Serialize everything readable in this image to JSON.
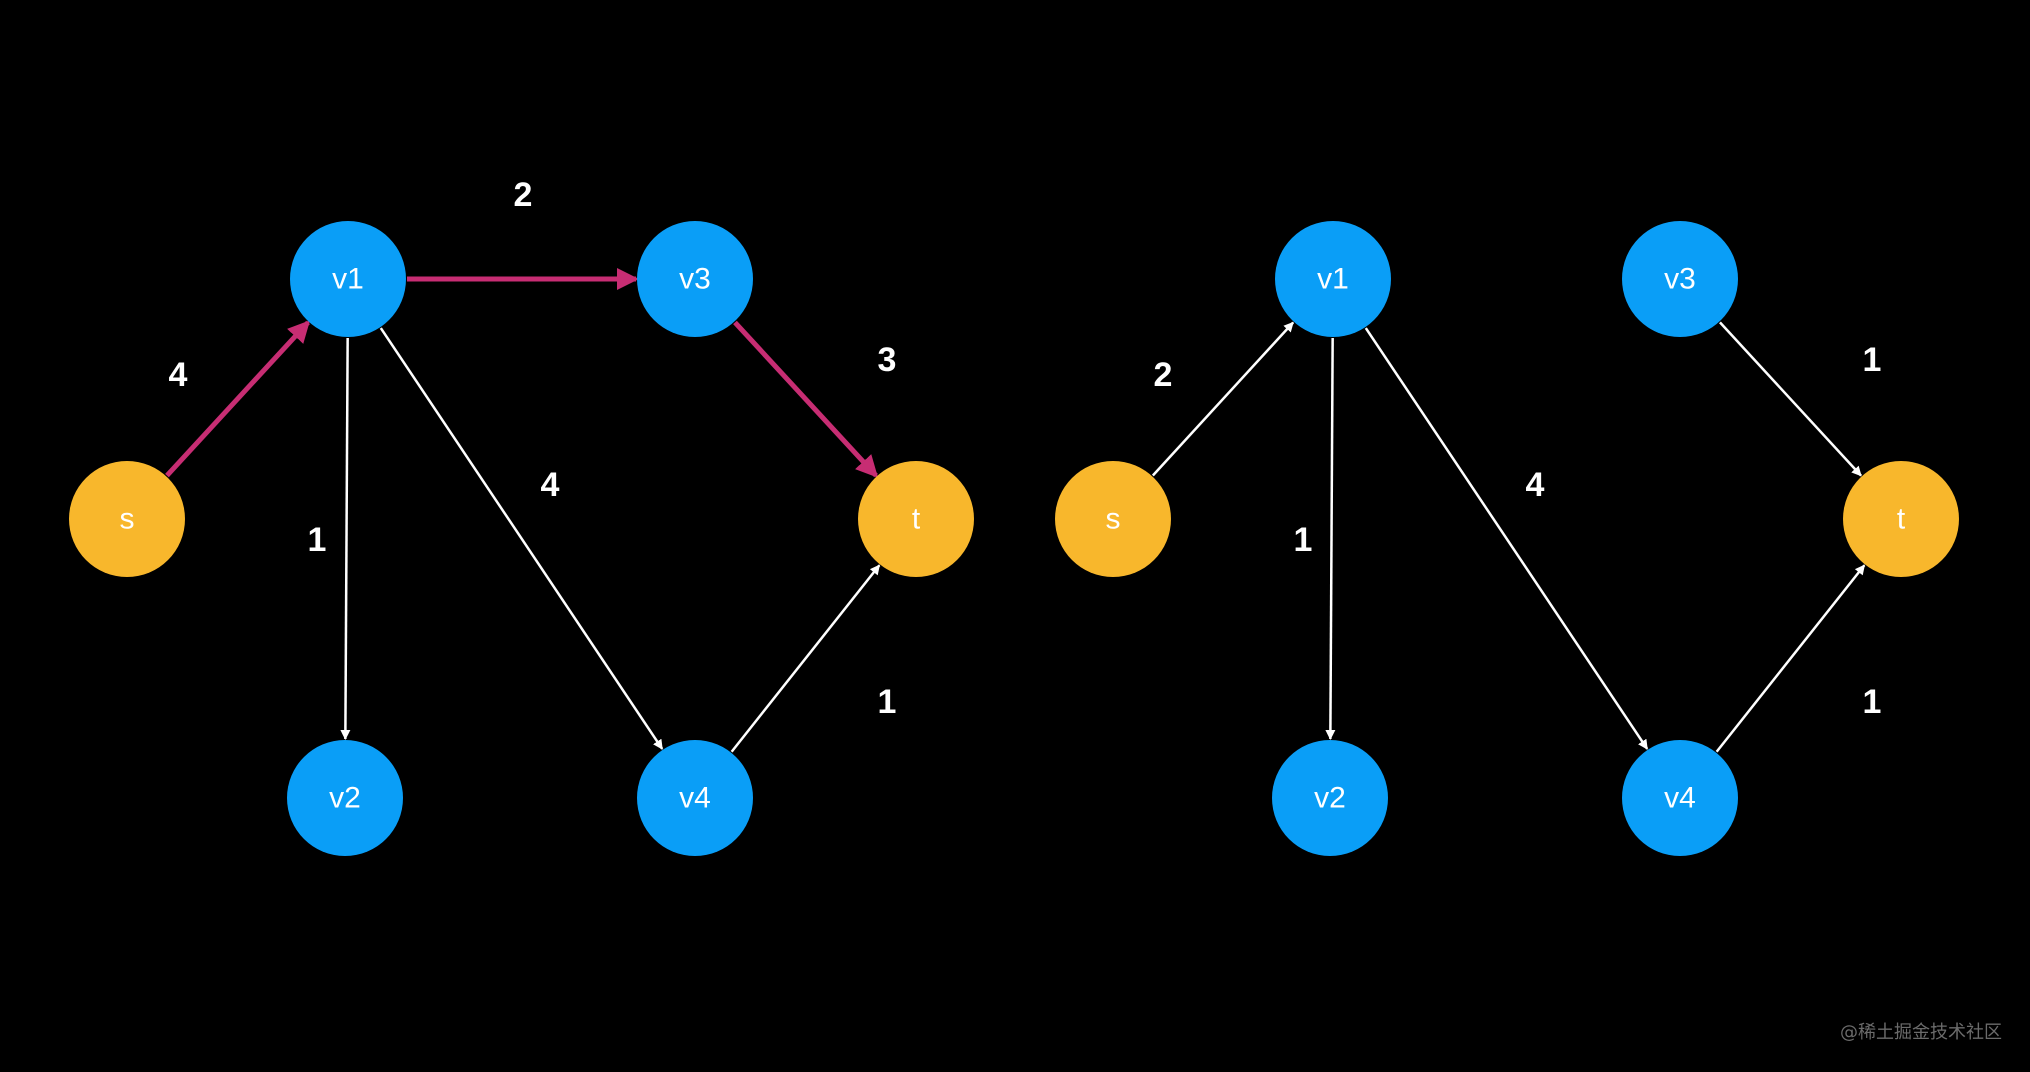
{
  "colors": {
    "background": "#000000",
    "node_blue": "#0a9ef7",
    "node_gold": "#f8b72c",
    "edge_default": "#ffffff",
    "edge_highlight": "#c72d73",
    "watermark": "#6b6b6b"
  },
  "graphs": [
    {
      "id": "left",
      "nodes": [
        {
          "id": "s",
          "label": "s",
          "kind": "terminal"
        },
        {
          "id": "v1",
          "label": "v1",
          "kind": "vertex"
        },
        {
          "id": "v2",
          "label": "v2",
          "kind": "vertex"
        },
        {
          "id": "v3",
          "label": "v3",
          "kind": "vertex"
        },
        {
          "id": "v4",
          "label": "v4",
          "kind": "vertex"
        },
        {
          "id": "t",
          "label": "t",
          "kind": "terminal"
        }
      ],
      "edges": [
        {
          "from": "s",
          "to": "v1",
          "weight": "4",
          "highlight": true
        },
        {
          "from": "v1",
          "to": "v3",
          "weight": "2",
          "highlight": true
        },
        {
          "from": "v3",
          "to": "t",
          "weight": "3",
          "highlight": true
        },
        {
          "from": "v1",
          "to": "v2",
          "weight": "1",
          "highlight": false
        },
        {
          "from": "v1",
          "to": "v4",
          "weight": "4",
          "highlight": false
        },
        {
          "from": "v4",
          "to": "t",
          "weight": "1",
          "highlight": false
        }
      ]
    },
    {
      "id": "right",
      "nodes": [
        {
          "id": "s",
          "label": "s",
          "kind": "terminal"
        },
        {
          "id": "v1",
          "label": "v1",
          "kind": "vertex"
        },
        {
          "id": "v2",
          "label": "v2",
          "kind": "vertex"
        },
        {
          "id": "v3",
          "label": "v3",
          "kind": "vertex"
        },
        {
          "id": "v4",
          "label": "v4",
          "kind": "vertex"
        },
        {
          "id": "t",
          "label": "t",
          "kind": "terminal"
        }
      ],
      "edges": [
        {
          "from": "s",
          "to": "v1",
          "weight": "2",
          "highlight": false
        },
        {
          "from": "v3",
          "to": "t",
          "weight": "1",
          "highlight": false
        },
        {
          "from": "v1",
          "to": "v2",
          "weight": "1",
          "highlight": false
        },
        {
          "from": "v1",
          "to": "v4",
          "weight": "4",
          "highlight": false
        },
        {
          "from": "v4",
          "to": "t",
          "weight": "1",
          "highlight": false
        }
      ]
    }
  ],
  "watermark": "@稀土掘金技术社区"
}
